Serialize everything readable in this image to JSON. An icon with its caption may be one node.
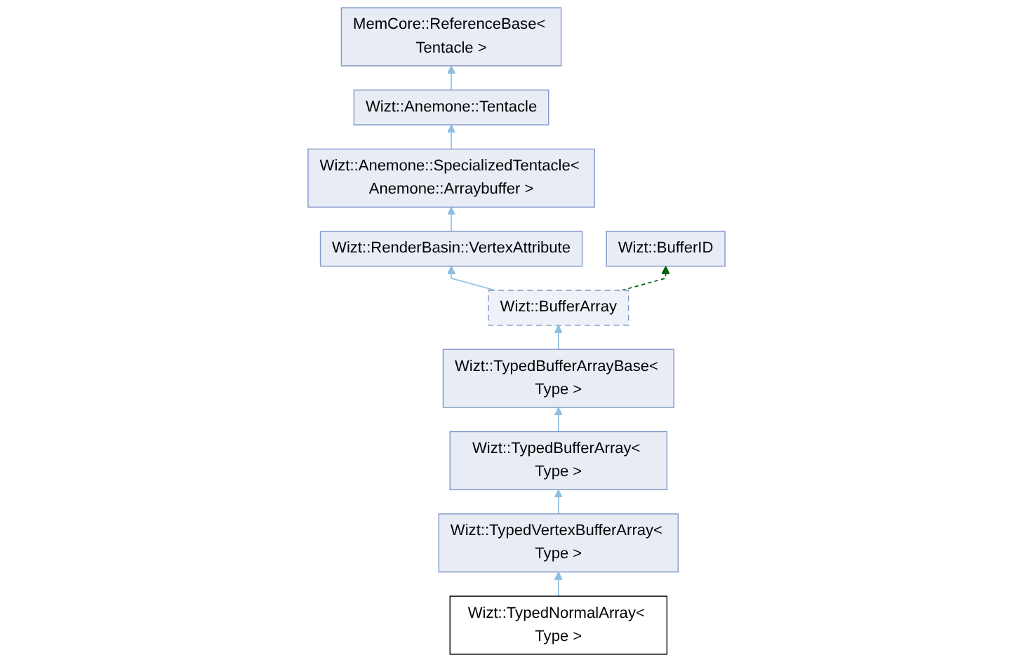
{
  "diagram": {
    "nodes": [
      {
        "text": [
          "MemCore::ReferenceBase< Tentacle >"
        ]
      },
      {
        "text": [
          "Wizt::Anemone::Tentacle"
        ]
      },
      {
        "text": [
          "Wizt::Anemone::SpecializedTentacle< Anemone::Arraybuffer >"
        ]
      },
      {
        "text": [
          "Wizt::RenderBasin::VertexAttribute"
        ]
      },
      {
        "text": [
          "Wizt::BufferID"
        ]
      },
      {
        "text": [
          "Wizt::BufferArray"
        ]
      },
      {
        "text": [
          "Wizt::TypedBufferArrayBase< Type >"
        ]
      },
      {
        "text": [
          "Wizt::TypedBufferArray< Type >"
        ]
      },
      {
        "text": [
          "Wizt::TypedVertexBufferArray< Type >"
        ]
      },
      {
        "text": [
          "Wizt::TypedNormalArray< Type >"
        ]
      }
    ],
    "edges": [
      {
        "from": 1,
        "to": 0,
        "arrow": "to"
      },
      {
        "from": 2,
        "to": 1,
        "arrow": "to"
      },
      {
        "from": 3,
        "to": 2,
        "arrow": "to"
      },
      {
        "from": 5,
        "to": 3,
        "arrow": "to"
      },
      {
        "from": 5,
        "to": 4,
        "arrow": "to",
        "style": "dashed",
        "color": "#006400"
      },
      {
        "from": 6,
        "to": 5,
        "arrow": "to"
      },
      {
        "from": 7,
        "to": 6,
        "arrow": "to"
      },
      {
        "from": 8,
        "to": 7,
        "arrow": "to"
      },
      {
        "from": 9,
        "to": 8,
        "arrow": "to"
      }
    ]
  }
}
